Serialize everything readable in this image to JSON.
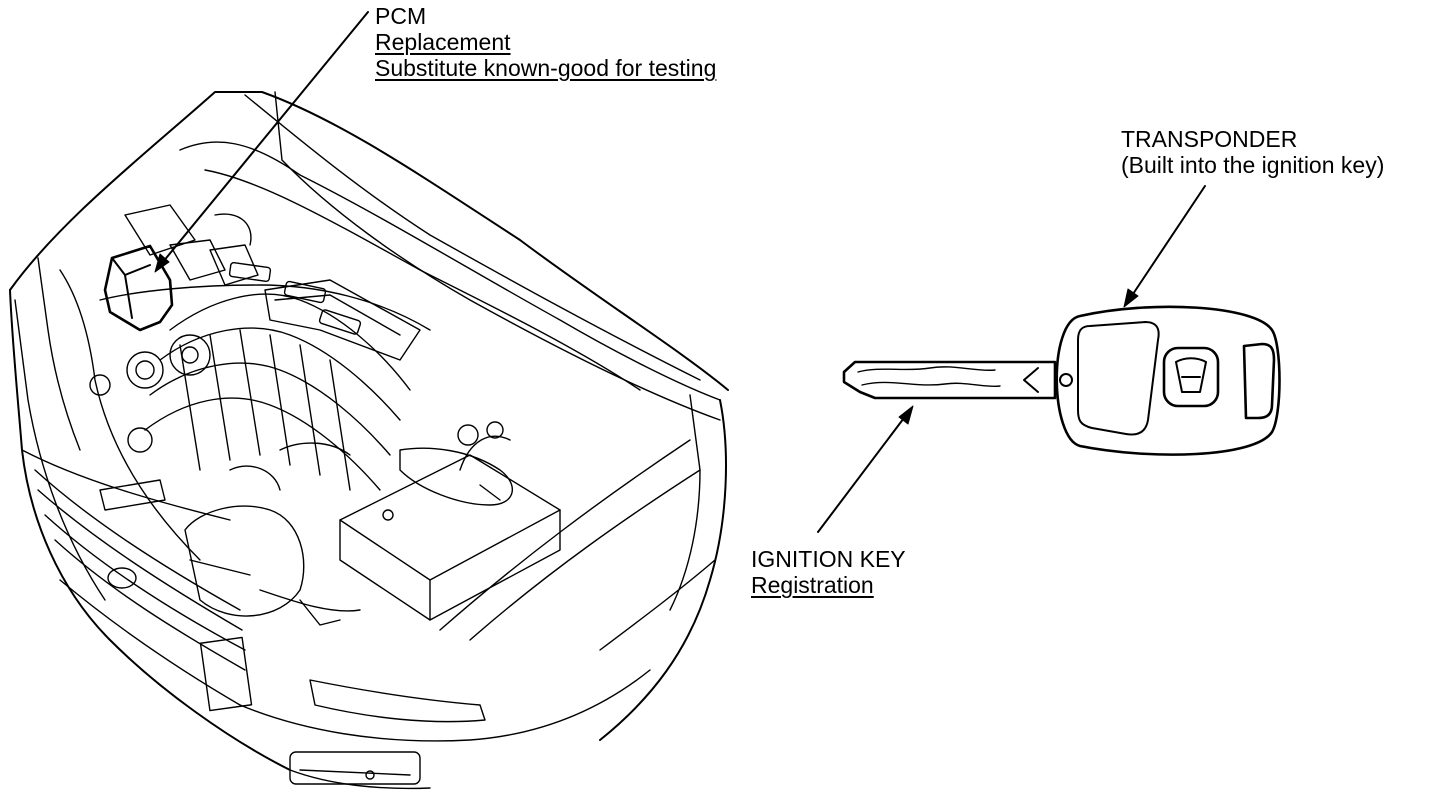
{
  "callouts": {
    "pcm": {
      "name": "PCM",
      "action": "Replacement",
      "note": "Substitute known-good for testing"
    },
    "transponder": {
      "name": "TRANSPONDER",
      "note": "(Built into the ignition key)"
    },
    "ignition_key": {
      "name": "IGNITION KEY",
      "action": "Registration"
    }
  }
}
